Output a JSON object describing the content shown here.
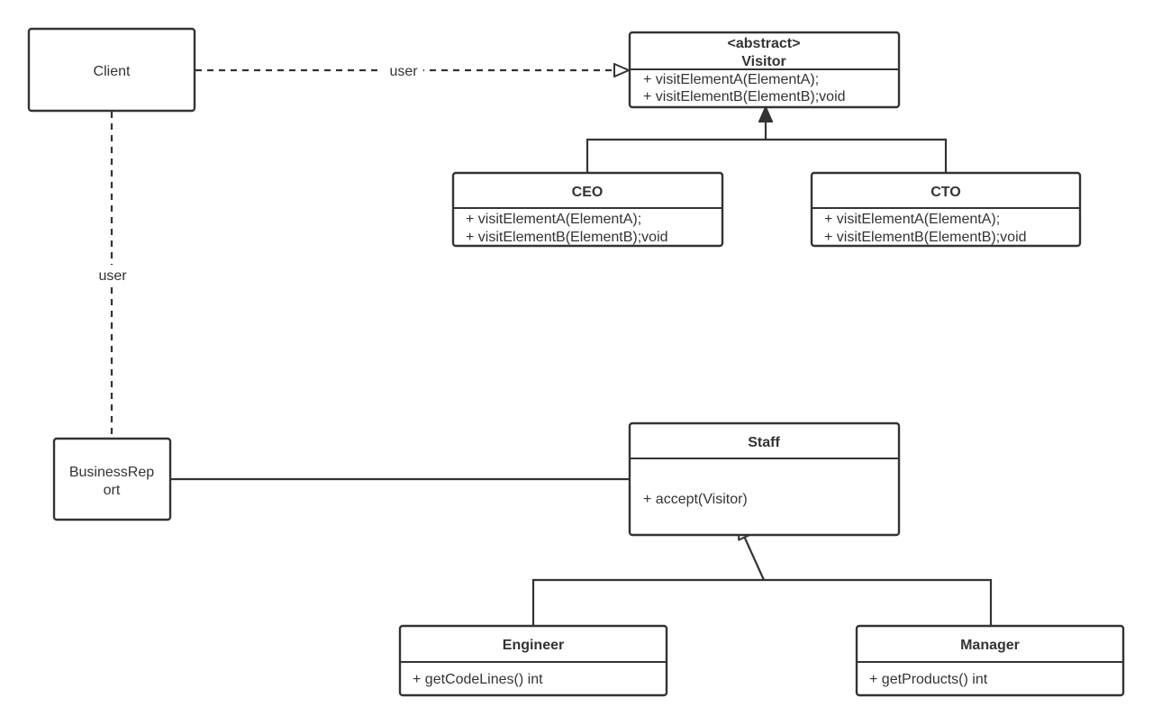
{
  "diagram": {
    "client": {
      "name": "Client"
    },
    "business_report": {
      "name_line1": "BusinessRep",
      "name_line2": "ort"
    },
    "visitor": {
      "stereotype": "<abstract>",
      "name": "Visitor",
      "methods": [
        "+ visitElementA(ElementA);",
        "+ visitElementB(ElementB);void"
      ]
    },
    "ceo": {
      "name": "CEO",
      "methods": [
        "+ visitElementA(ElementA);",
        "+ visitElementB(ElementB);void"
      ]
    },
    "cto": {
      "name": "CTO",
      "methods": [
        "+ visitElementA(ElementA);",
        "+ visitElementB(ElementB);void"
      ]
    },
    "staff": {
      "name": "Staff",
      "methods": [
        "+ accept(Visitor)"
      ]
    },
    "engineer": {
      "name": "Engineer",
      "methods": [
        "+ getCodeLines() int"
      ]
    },
    "manager": {
      "name": "Manager",
      "methods": [
        "+ getProducts() int"
      ]
    },
    "edges": {
      "client_visitor_label": "user",
      "client_report_label": "user"
    }
  }
}
